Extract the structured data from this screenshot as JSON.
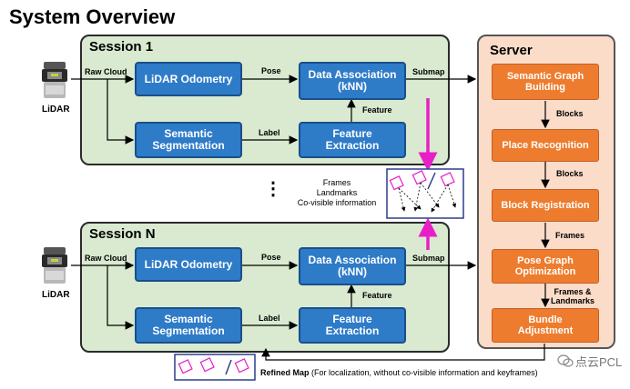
{
  "title": "System Overview",
  "session1": {
    "title": "Session 1",
    "sensor_label": "LiDAR",
    "raw_cloud": "Raw Cloud",
    "lidar_odometry": "LiDAR Odometry",
    "pose": "Pose",
    "data_association": "Data Association (kNN)",
    "submap": "Submap",
    "semantic_segmentation": "Semantic Segmentation",
    "label": "Label",
    "feature_extraction": "Feature Extraction",
    "feature": "Feature"
  },
  "sessionN": {
    "title": "Session N",
    "sensor_label": "LiDAR",
    "raw_cloud": "Raw Cloud",
    "lidar_odometry": "LiDAR Odometry",
    "pose": "Pose",
    "data_association": "Data Association (kNN)",
    "submap": "Submap",
    "semantic_segmentation": "Semantic Segmentation",
    "label": "Label",
    "feature_extraction": "Feature Extraction",
    "feature": "Feature"
  },
  "middle": {
    "ellipsis": "⋮",
    "frames": "Frames",
    "landmarks": "Landmarks",
    "covisible": "Co-visible information"
  },
  "server": {
    "title": "Server",
    "steps": [
      "Semantic Graph Building",
      "Place Recognition",
      "Block Registration",
      "Pose Graph Optimization",
      "Bundle Adjustment"
    ],
    "edge_labels": [
      "Blocks",
      "Blocks",
      "Frames",
      "Frames & Landmarks"
    ]
  },
  "refined_map": {
    "bold": "Refined Map",
    "rest": " (For localization, without co-visible information and keyframes)"
  },
  "watermark": "点云PCL",
  "colors": {
    "session_fill": "#d9ead0",
    "blue_box": "#2e7bc8",
    "server_fill": "#fbdcc8",
    "orange_box": "#ee7c2e",
    "magenta_arrow": "#e81fc8",
    "frame_border": "#2b3f8a"
  }
}
